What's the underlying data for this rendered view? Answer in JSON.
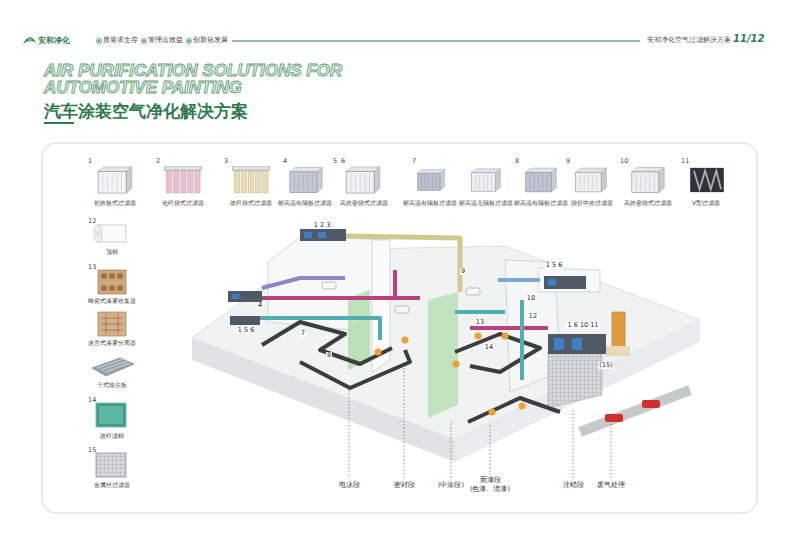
{
  "diagram": {
    "title": "汽车涂装空气净化解决方案",
    "labels": [
      "安和净化",
      "质量求生存",
      "管理出效益",
      "创新拓发展",
      "安和净化空气过滤解决方案",
      "11/12",
      "AIR PURIFICATION SOLUTIONS FOR AUTOMOTIVE PAINTING",
      "1",
      "初效板式过滤器",
      "2",
      "化纤袋式过滤器",
      "3",
      "玻纤袋式过滤器",
      "4",
      "耐高温有隔板过滤器",
      "5",
      "6",
      "高效密袋式过滤器",
      "7",
      "耐高温有隔板过滤器",
      "耐高温无隔板过滤器",
      "8",
      "耐高温有隔板过滤器",
      "9",
      "袋折中效过滤器",
      "10",
      "高效密袋式过滤器",
      "11",
      "V型过滤器",
      "12",
      "顶棉",
      "13",
      "蜂窝式漆雾收集器",
      "迷宫式漆雾分离器",
      "干式除尘板",
      "14",
      "玻纤滤棉",
      "15",
      "金属丝过滤器",
      "1 2 3",
      "9",
      "1 5 6",
      "10",
      "12",
      "1 6 10 11",
      "(15)",
      "4",
      "1 5 6",
      "7",
      "8",
      "13",
      "14",
      "电泳段",
      "密封段",
      "(中涂段)",
      "面漆段",
      "(色漆、清漆)",
      "注蜡段",
      "废气处理"
    ]
  }
}
